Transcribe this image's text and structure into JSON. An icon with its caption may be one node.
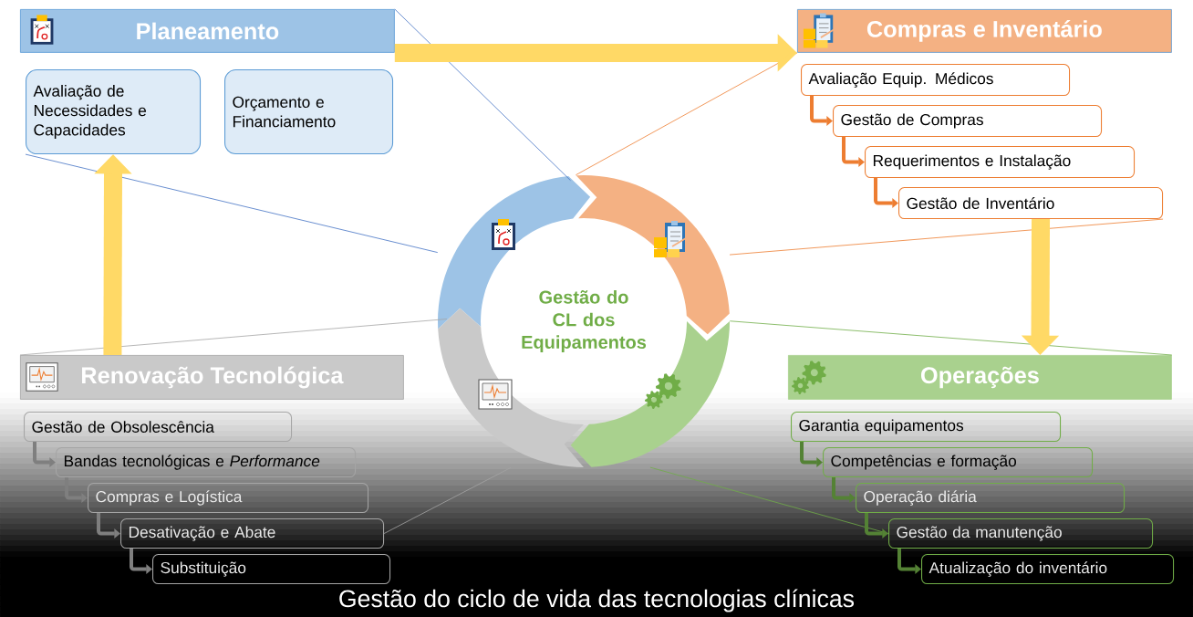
{
  "diagram": {
    "caption": "Gestão do ciclo de vida das tecnologias clínicas",
    "nodes": [
      {
        "text": [
          "Planeamento"
        ]
      },
      {
        "text": [
          "Avaliação de Necessidades e Capacidades"
        ]
      },
      {
        "text": [
          "Orçamento e Financiamento"
        ]
      },
      {
        "text": [
          "Compras e Inventário"
        ]
      },
      {
        "text": [
          "Avaliação Equip. Médicos"
        ]
      },
      {
        "text": [
          "Gestão de Compras"
        ]
      },
      {
        "text": [
          "Requerimentos e Instalação"
        ]
      },
      {
        "text": [
          "Gestão de Inventário"
        ]
      },
      {
        "text": [
          "Gestão do CL dos Equipamentos"
        ]
      },
      {
        "text": [],
        "shape": "arc"
      },
      {
        "text": [],
        "shape": "arc"
      },
      {
        "text": [],
        "shape": "arc"
      },
      {
        "text": [],
        "shape": "arc"
      },
      {
        "text": [
          "Renovação Tecnológica"
        ]
      },
      {
        "text": [
          "Operações"
        ]
      },
      {
        "text": [
          "Gestão de Obsolescência"
        ]
      },
      {
        "text": [
          "Bandas tecnológicas e *Performance*"
        ]
      },
      {
        "text": [
          "Compras e Logística"
        ]
      },
      {
        "text": [
          "Desativação e Abate"
        ]
      },
      {
        "text": [
          "Substituição"
        ]
      },
      {
        "text": [
          "Garantia equipamentos"
        ]
      },
      {
        "text": [
          "Competências e formação"
        ]
      },
      {
        "text": [
          "Operação diária"
        ]
      },
      {
        "text": [
          "Gestão da manutenção"
        ]
      },
      {
        "text": [
          "Atualização do inventário"
        ]
      }
    ],
    "edges": [
      {
        "from": 9,
        "to": 0,
        "arrow": "none",
        "color": "#4472c4"
      },
      {
        "from": 9,
        "to": 1,
        "arrow": "none",
        "color": "#4472c4"
      },
      {
        "from": 10,
        "to": 3,
        "arrow": "none",
        "color": "#ed7d31"
      },
      {
        "from": 10,
        "to": 7,
        "arrow": "none",
        "color": "#ed7d31"
      },
      {
        "from": 12,
        "to": 14,
        "arrow": "none",
        "color": "#70ad47"
      },
      {
        "from": 12,
        "to": 23,
        "arrow": "none",
        "color": "#70ad47"
      },
      {
        "from": 11,
        "to": 13,
        "arrow": "none",
        "color": "#a5a5a5"
      },
      {
        "from": 11,
        "to": 18,
        "arrow": "none",
        "color": "#a5a5a5"
      },
      {
        "from": 0,
        "to": 3,
        "arrow": "to",
        "style": "thick",
        "color": "#ffd966"
      },
      {
        "from": 7,
        "to": 14,
        "arrow": "to",
        "style": "thick",
        "color": "#ffd966"
      },
      {
        "from": 13,
        "to": 1,
        "arrow": "to",
        "style": "thick",
        "color": "#ffd966"
      },
      {
        "from": 4,
        "to": 5,
        "arrow": "to",
        "color": "#ed7d31"
      },
      {
        "from": 5,
        "to": 6,
        "arrow": "to",
        "color": "#ed7d31"
      },
      {
        "from": 6,
        "to": 7,
        "arrow": "to",
        "color": "#ed7d31"
      },
      {
        "from": 15,
        "to": 16,
        "arrow": "to",
        "color": "#7f7f7f"
      },
      {
        "from": 16,
        "to": 17,
        "arrow": "to",
        "color": "#7f7f7f"
      },
      {
        "from": 17,
        "to": 18,
        "arrow": "to",
        "color": "#7f7f7f"
      },
      {
        "from": 18,
        "to": 19,
        "arrow": "to",
        "color": "#7f7f7f"
      },
      {
        "from": 20,
        "to": 21,
        "arrow": "to",
        "color": "#548235"
      },
      {
        "from": 21,
        "to": 22,
        "arrow": "to",
        "color": "#548235"
      },
      {
        "from": 22,
        "to": 23,
        "arrow": "to",
        "color": "#548235"
      },
      {
        "from": 23,
        "to": 24,
        "arrow": "to",
        "color": "#548235"
      }
    ]
  }
}
